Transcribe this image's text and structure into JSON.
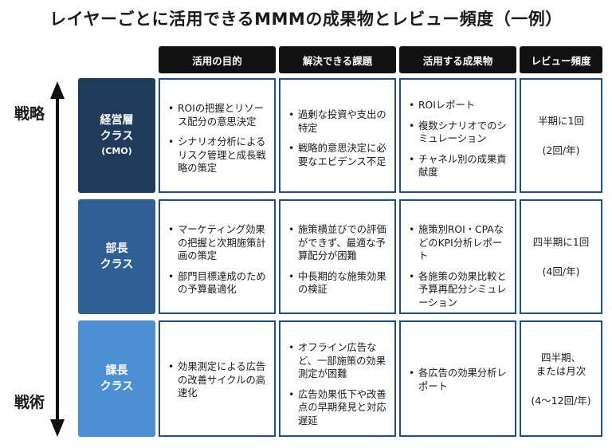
{
  "title": "レイヤーごとに活用できるMMMの成果物とレビュー頻度（一例）",
  "axis": {
    "top": "戦略",
    "bottom": "戦術"
  },
  "columns": [
    "活用の目的",
    "解決できる課題",
    "活用する成果物",
    "レビュー頻度"
  ],
  "rows": [
    {
      "head": {
        "l1": "経営層",
        "l2": "クラス",
        "l3": "(CMO)"
      },
      "color": "#1f3b5c",
      "purpose": [
        "ROIの把握とリソース配分の意思決定",
        "シナリオ分析によるリスク管理と成長戦略の策定"
      ],
      "issues": [
        "過剰な投資や支出の特定",
        "戦略的意思決定に必要なエビデンス不足"
      ],
      "outputs": [
        "ROIレポート",
        "複数シナリオでのシミュレーション",
        "チャネル別の成果貢献度"
      ],
      "freq": {
        "l1": "半期に1回",
        "l2": "",
        "l3": "(2回/年)"
      }
    },
    {
      "head": {
        "l1": "部長",
        "l2": "クラス",
        "l3": ""
      },
      "color": "#2e5f95",
      "purpose": [
        "マーケティング効果の把握と次期施策計画の策定",
        "部門目標達成のための予算最適化"
      ],
      "issues": [
        "施策横並びでの評価ができず、最適な予算配分が困難",
        "中長期的な施策効果の検証"
      ],
      "outputs": [
        "施策別ROI・CPAなどのKPI分析レポート",
        "各施策の効果比較と予算再配分シミュレーション"
      ],
      "freq": {
        "l1": "四半期に1回",
        "l2": "",
        "l3": "(4回/年)"
      }
    },
    {
      "head": {
        "l1": "課長",
        "l2": "クラス",
        "l3": ""
      },
      "color": "#4c8fd3",
      "purpose": [
        "効果測定による広告の改善サイクルの高速化"
      ],
      "issues": [
        "オフライン広告など、一部施策の効果測定が困難",
        "広告効果低下や改善点の早期発見と対応遅延"
      ],
      "outputs": [
        "各広告の効果分析レポート"
      ],
      "freq": {
        "l1": "四半期、",
        "l2": "または月次",
        "l3": "(4〜12回/年)"
      }
    }
  ]
}
